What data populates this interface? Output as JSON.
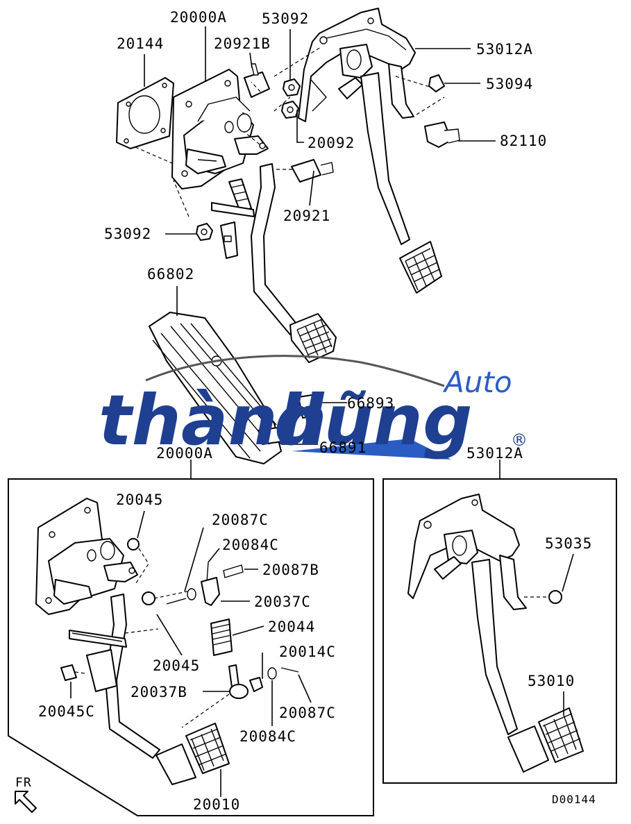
{
  "labels": {
    "l20144": "20144",
    "l20000A_top": "20000A",
    "l53092_top": "53092",
    "l20921B": "20921B",
    "l53012A_top": "53012A",
    "l53094": "53094",
    "l20092": "20092",
    "l82110": "82110",
    "l20921": "20921",
    "l53092_left": "53092",
    "l66802": "66802",
    "l66893": "66893",
    "l66891": "66891",
    "l20000A_box": "20000A",
    "l53012A_box": "53012A",
    "l20045_a": "20045",
    "l20087C_a": "20087C",
    "l20084C_a": "20084C",
    "l20087B": "20087B",
    "l20037C": "20037C",
    "l20044": "20044",
    "l20045_b": "20045",
    "l20014C": "20014C",
    "l20037B": "20037B",
    "l20045C": "20045C",
    "l20087C_b": "20087C",
    "l20084C_b": "20084C",
    "l20010": "20010",
    "l53035": "53035",
    "l53010": "53010"
  },
  "direction_label": "FR",
  "diagram_code": "D00144",
  "watermark": {
    "brand_part1": "thành",
    "brand_part2": "dũng",
    "brand_sub": "Auto",
    "registered": "®",
    "color_primary": "#1f3f91",
    "color_accent": "#2a5cc4"
  }
}
